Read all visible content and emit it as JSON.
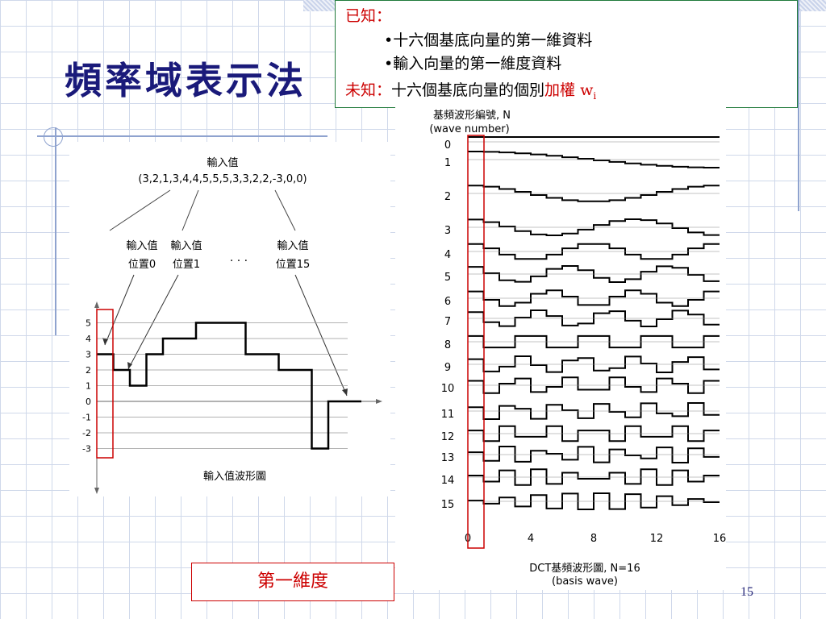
{
  "slide": {
    "title": "頻率域表示法",
    "page_number": "15"
  },
  "known_box": {
    "known_label": "已知：",
    "item1": "•十六個基底向量的第一維資料",
    "item2": "•輸入向量的第一維度資料",
    "unknown_label": "未知：",
    "unknown_text": "十六個基底向量的個別",
    "weight_label": "加權 w",
    "weight_subscript": "i"
  },
  "left_figure": {
    "input_title": "輸入值",
    "input_values": "(3,2,1,3,4,4,5,5,5,3,3,2,2,-3,0,0)",
    "pos0": [
      "輸入值",
      "位置0"
    ],
    "pos1": [
      "輸入值",
      "位置1"
    ],
    "pos15": [
      "輸入值",
      "位置15"
    ],
    "ellipsis": ". . .",
    "y_ticks": [
      "5",
      "4",
      "3",
      "2",
      "1",
      "0",
      "-1",
      "-2",
      "-3"
    ],
    "caption": "輸入值波形圖",
    "accent": "#cc0000"
  },
  "chart_data": {
    "type": "line",
    "title": "DCT基頻波形圖, N=16",
    "subtitle": "(basis wave)",
    "header": "基頻波形編號, N",
    "header_sub": "(wave number)",
    "x_ticks": [
      "0",
      "4",
      "8",
      "12",
      "16"
    ],
    "xlim": [
      0,
      16
    ],
    "series_labels": [
      "0",
      "1",
      "2",
      "3",
      "4",
      "5",
      "6",
      "7",
      "8",
      "9",
      "10",
      "11",
      "12",
      "13",
      "14",
      "15"
    ],
    "highlight_color": "#cc0000"
  },
  "dimension_box": "第一維度"
}
